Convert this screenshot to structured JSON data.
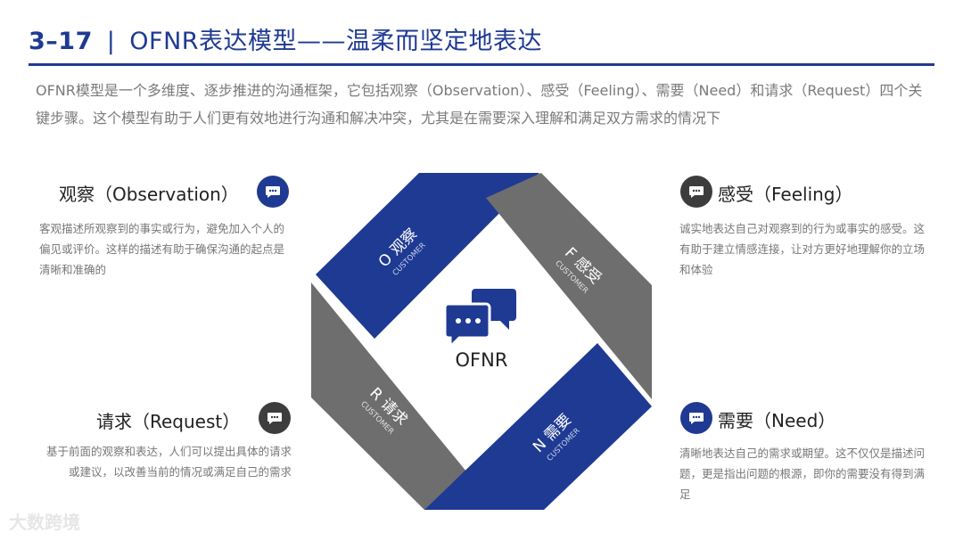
{
  "header": {
    "number": "3–17",
    "separator": "|",
    "title": "OFNR表达模型——温柔而坚定地表达"
  },
  "intro": "OFNR模型是一个多维度、逐步推进的沟通框架，它包括观察（Observation）、感受（Feeling）、需要（Need）和请求（Request）四个关键步骤。这个模型有助于人们更有效地进行沟通和解决冲突，尤其是在需要深入理解和满足双方需求的情况下",
  "steps": {
    "observation": {
      "heading": "观察（Observation）",
      "text": "客观描述所观察到的事实或行为，避免加入个人的偏见或评价。这样的描述有助于确保沟通的起点是清晰和准确的",
      "segment_title": "O 观察",
      "segment_sub": "CUSTOMER",
      "color": "#1f3a93"
    },
    "feeling": {
      "heading": "感受（Feeling）",
      "text": "诚实地表达自己对观察到的行为或事实的感受。这有助于建立情感连接，让对方更好地理解你的立场和体验",
      "segment_title": "F 感受",
      "segment_sub": "CUSTOMER",
      "color": "#6e6e6e"
    },
    "request": {
      "heading": "请求（Request）",
      "text": "基于前面的观察和表达，人们可以提出具体的请求或建议，以改善当前的情况或满足自己的需求",
      "segment_title": "R 请求",
      "segment_sub": "CUSTOMER",
      "color": "#6e6e6e"
    },
    "need": {
      "heading": "需要（Need）",
      "text": "清晰地表达自己的需求或期望。这不仅仅是描述问题，更是指出问题的根源，即你的需要没有得到满足",
      "segment_title": "N 需要",
      "segment_sub": "CUSTOMER",
      "color": "#1f3a93"
    }
  },
  "center": {
    "label": "OFNR",
    "icon": "chat-bubbles-icon"
  },
  "watermark": "大数跨境",
  "colors": {
    "primary": "#1f3a93",
    "gray": "#6e6e6e",
    "dark": "#3d3d3d"
  }
}
